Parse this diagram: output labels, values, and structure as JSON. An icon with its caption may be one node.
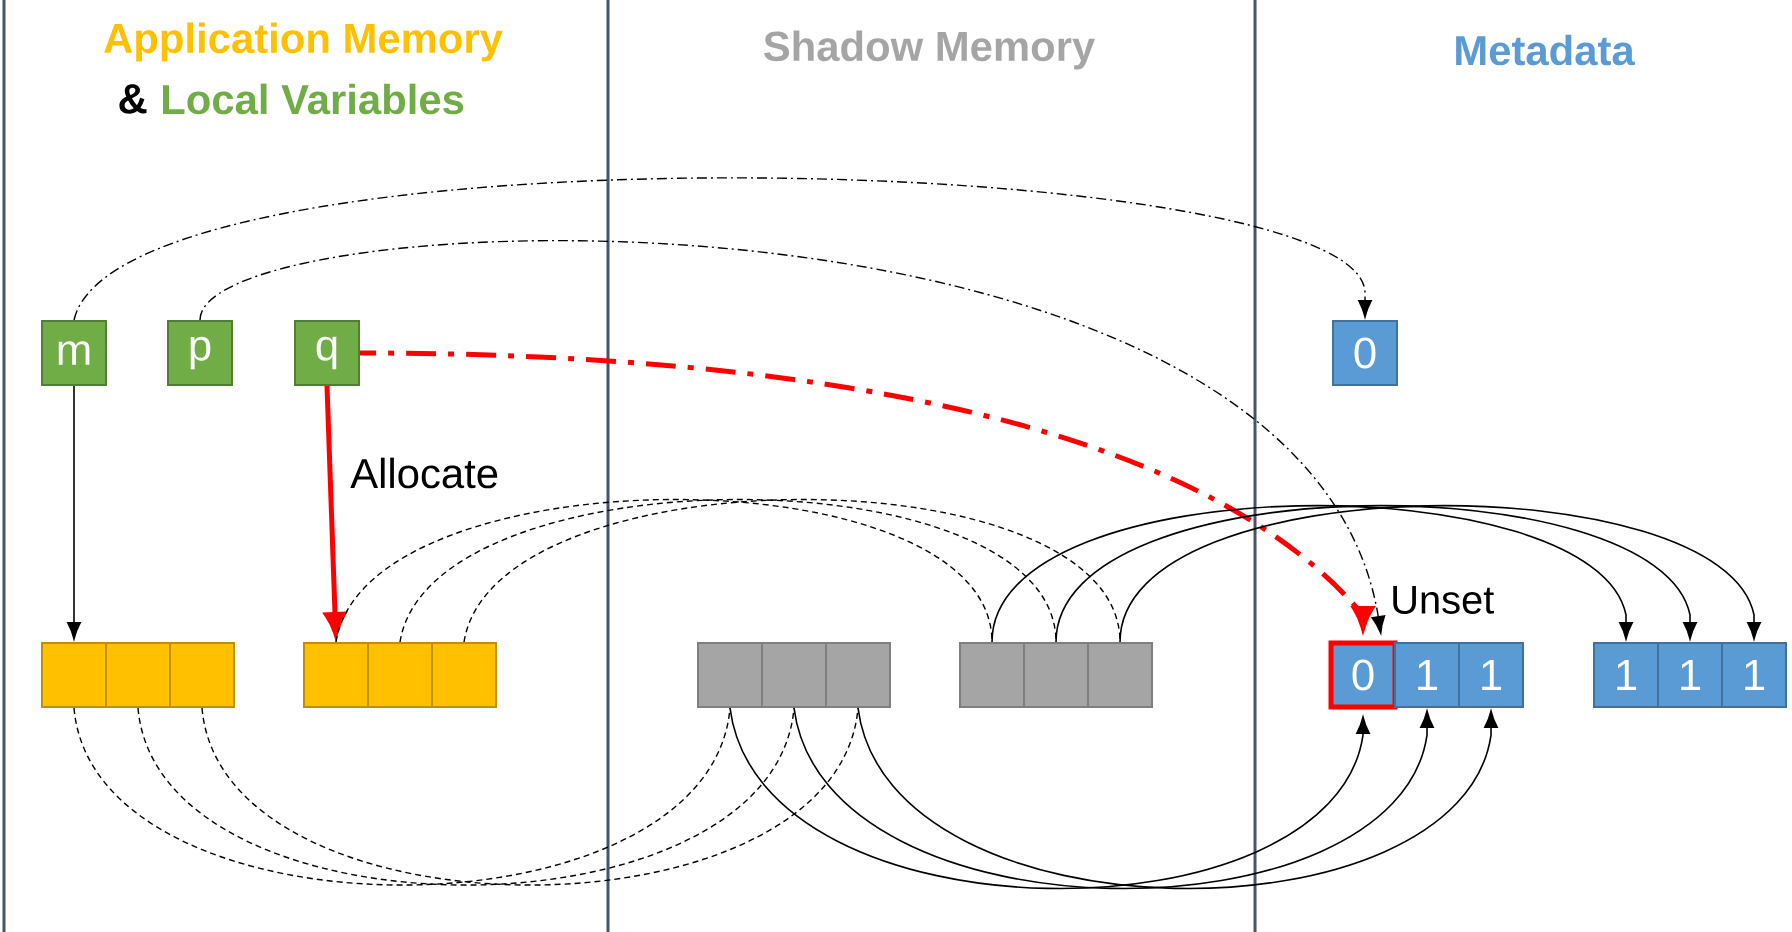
{
  "diagram": {
    "nodes": [
      {
        "text": [
          "m"
        ]
      },
      {
        "text": [
          "p"
        ]
      },
      {
        "text": [
          "q"
        ]
      },
      {
        "text": [
          "0"
        ]
      },
      {
        "text": [],
        "shape": "box"
      },
      {
        "text": [],
        "shape": "box"
      },
      {
        "text": [],
        "shape": "box"
      },
      {
        "text": [],
        "shape": "box"
      },
      {
        "text": [],
        "shape": "box"
      },
      {
        "text": [],
        "shape": "box"
      },
      {
        "text": [],
        "shape": "box"
      },
      {
        "text": [],
        "shape": "box"
      },
      {
        "text": [],
        "shape": "box"
      },
      {
        "text": [],
        "shape": "box"
      },
      {
        "text": [],
        "shape": "box"
      },
      {
        "text": [],
        "shape": "box"
      },
      {
        "text": [
          "0"
        ]
      },
      {
        "text": [
          "1"
        ]
      },
      {
        "text": [
          "1"
        ]
      },
      {
        "text": [
          "1"
        ]
      },
      {
        "text": [
          "1"
        ]
      },
      {
        "text": [
          "1"
        ]
      }
    ],
    "edges": [
      {
        "from": 0,
        "to": 3,
        "arrow": "to",
        "style": "dashed"
      },
      {
        "from": 1,
        "to": 16,
        "arrow": "to",
        "style": "dashed"
      },
      {
        "from": 2,
        "to": 16,
        "arrow": "to",
        "style": "dashed",
        "color": "#ff0000"
      },
      {
        "from": 0,
        "to": 4,
        "arrow": "to"
      },
      {
        "from": 2,
        "to": 7,
        "arrow": "to",
        "label": "Allocate",
        "style": "thick",
        "color": "#ff0000"
      },
      {
        "from": 4,
        "to": 10,
        "arrow": "none",
        "style": "dashed"
      },
      {
        "from": 5,
        "to": 11,
        "arrow": "none",
        "style": "dashed"
      },
      {
        "from": 6,
        "to": 12,
        "arrow": "none",
        "style": "dashed"
      },
      {
        "from": 7,
        "to": 13,
        "arrow": "none",
        "style": "dashed"
      },
      {
        "from": 8,
        "to": 14,
        "arrow": "none",
        "style": "dashed"
      },
      {
        "from": 9,
        "to": 15,
        "arrow": "none",
        "style": "dashed"
      },
      {
        "from": 10,
        "to": 16,
        "arrow": "to"
      },
      {
        "from": 11,
        "to": 17,
        "arrow": "to"
      },
      {
        "from": 12,
        "to": 18,
        "arrow": "to"
      },
      {
        "from": 13,
        "to": 19,
        "arrow": "to"
      },
      {
        "from": 14,
        "to": 20,
        "arrow": "to"
      },
      {
        "from": 15,
        "to": 21,
        "arrow": "to"
      }
    ],
    "labels": [
      "Application Memory",
      "&",
      "Local Variables",
      "Shadow Memory",
      "Metadata",
      "Unset"
    ]
  }
}
